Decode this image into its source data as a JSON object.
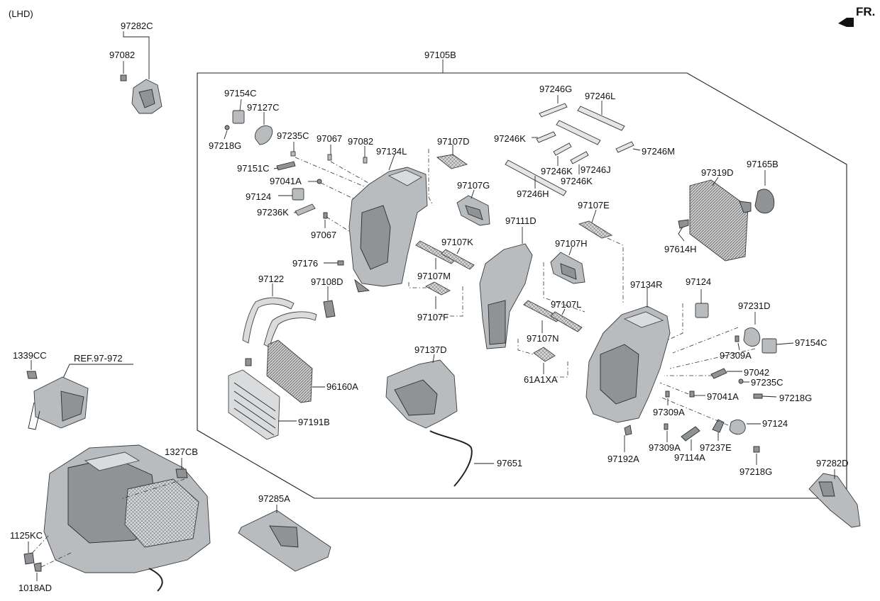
{
  "header": {
    "variant": "(LHD)",
    "direction": "FR."
  },
  "labels": {
    "l_97282C": "97282C",
    "l_97082_top": "97082",
    "l_97105B": "97105B",
    "l_97154C_a": "97154C",
    "l_97127C": "97127C",
    "l_97218G_a": "97218G",
    "l_97235C_a": "97235C",
    "l_97067_a": "97067",
    "l_97082_b": "97082",
    "l_97134L": "97134L",
    "l_97107D": "97107D",
    "l_97151C": "97151C",
    "l_97041A_a": "97041A",
    "l_97124_a": "97124",
    "l_97236K": "97236K",
    "l_97067_b": "97067",
    "l_97107G": "97107G",
    "l_97246G": "97246G",
    "l_97246L": "97246L",
    "l_97246K_a": "97246K",
    "l_97246M": "97246M",
    "l_97246K_b": "97246K",
    "l_97246J": "97246J",
    "l_97246K_c": "97246K",
    "l_97246H": "97246H",
    "l_97319D": "97319D",
    "l_97165B": "97165B",
    "l_97614H": "97614H",
    "l_97107E": "97107E",
    "l_97111D": "97111D",
    "l_97107K": "97107K",
    "l_97176": "97176",
    "l_97122": "97122",
    "l_97108D": "97108D",
    "l_97107M": "97107M",
    "l_97107H": "97107H",
    "l_97107F": "97107F",
    "l_97134R": "97134R",
    "l_97124_b": "97124",
    "l_97107L": "97107L",
    "l_97231D": "97231D",
    "l_97107N": "97107N",
    "l_97309A_a": "97309A",
    "l_97154C_b": "97154C",
    "l_1339CC": "1339CC",
    "l_REF": "REF.97-972",
    "l_97137D": "97137D",
    "l_61A1XA": "61A1XA",
    "l_97042": "97042",
    "l_97235C_b": "97235C",
    "l_96160A": "96160A",
    "l_97041A_b": "97041A",
    "l_97218G_b": "97218G",
    "l_97309A_b": "97309A",
    "l_97191B": "97191B",
    "l_97124_c": "97124",
    "l_1327CB": "1327CB",
    "l_97309A_c": "97309A",
    "l_97237E": "97237E",
    "l_97192A": "97192A",
    "l_97114A": "97114A",
    "l_97651": "97651",
    "l_97218G_c": "97218G",
    "l_97282D": "97282D",
    "l_97285A": "97285A",
    "l_1125KC": "1125KC",
    "l_1018AD": "1018AD"
  },
  "colors": {
    "line": "#222222",
    "part_fill": "#b9bcbf",
    "part_dark": "#8f9396",
    "background": "#ffffff"
  }
}
